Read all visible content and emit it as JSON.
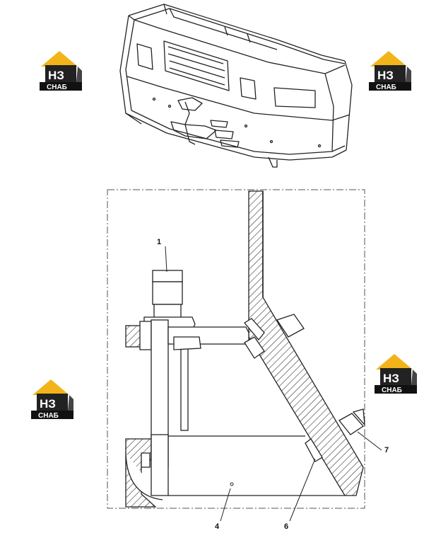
{
  "callouts": [
    {
      "id": "c1",
      "label": "1"
    },
    {
      "id": "c4",
      "label": "4"
    },
    {
      "id": "c6",
      "label": "6"
    },
    {
      "id": "c7",
      "label": "7"
    }
  ],
  "logo": {
    "top_text": "НЗ",
    "bottom_text": "СНАБ",
    "colors": {
      "roof": "#f2b418",
      "body": "#222222",
      "band": "#111111",
      "accent": "#f2b418",
      "text_light": "#ffffff"
    }
  },
  "colors": {
    "line": "#222222",
    "hatch": "#333333",
    "frame": "#555555",
    "background": "#ffffff"
  }
}
